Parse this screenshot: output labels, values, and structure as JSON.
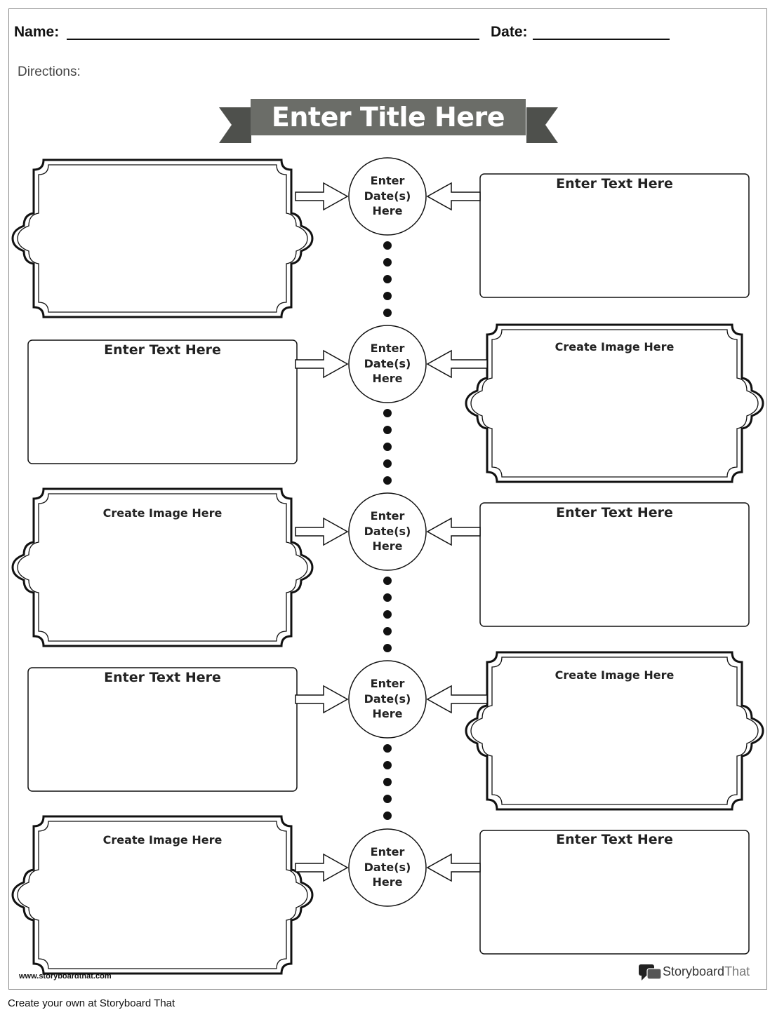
{
  "header": {
    "name_label": "Name:",
    "date_label": "Date:",
    "directions_label": "Directions:"
  },
  "banner": {
    "title": "Enter Title Here",
    "color": "#6b6d68"
  },
  "rows": [
    {
      "left": {
        "kind": "frame",
        "label": ""
      },
      "date": "Enter\nDate(s)\nHere",
      "right": {
        "kind": "box",
        "label": "Enter Text Here"
      }
    },
    {
      "left": {
        "kind": "box",
        "label": "Enter Text Here"
      },
      "date": "Enter\nDate(s)\nHere",
      "right": {
        "kind": "frame",
        "label": "Create Image Here"
      }
    },
    {
      "left": {
        "kind": "frame",
        "label": "Create Image Here"
      },
      "date": "Enter\nDate(s)\nHere",
      "right": {
        "kind": "box",
        "label": "Enter Text Here"
      }
    },
    {
      "left": {
        "kind": "box",
        "label": "Enter Text Here"
      },
      "date": "Enter\nDate(s)\nHere",
      "right": {
        "kind": "frame",
        "label": "Create Image Here"
      }
    },
    {
      "left": {
        "kind": "frame",
        "label": "Create Image Here"
      },
      "date": "Enter\nDate(s)\nHere",
      "right": {
        "kind": "box",
        "label": "Enter Text Here"
      }
    }
  ],
  "watermark": "www.storyboardthat.com",
  "logo": {
    "icon": "speech-bubbles-icon",
    "word1": "Storyboard",
    "word2": "That"
  },
  "footer": "Create your own at Storyboard That"
}
